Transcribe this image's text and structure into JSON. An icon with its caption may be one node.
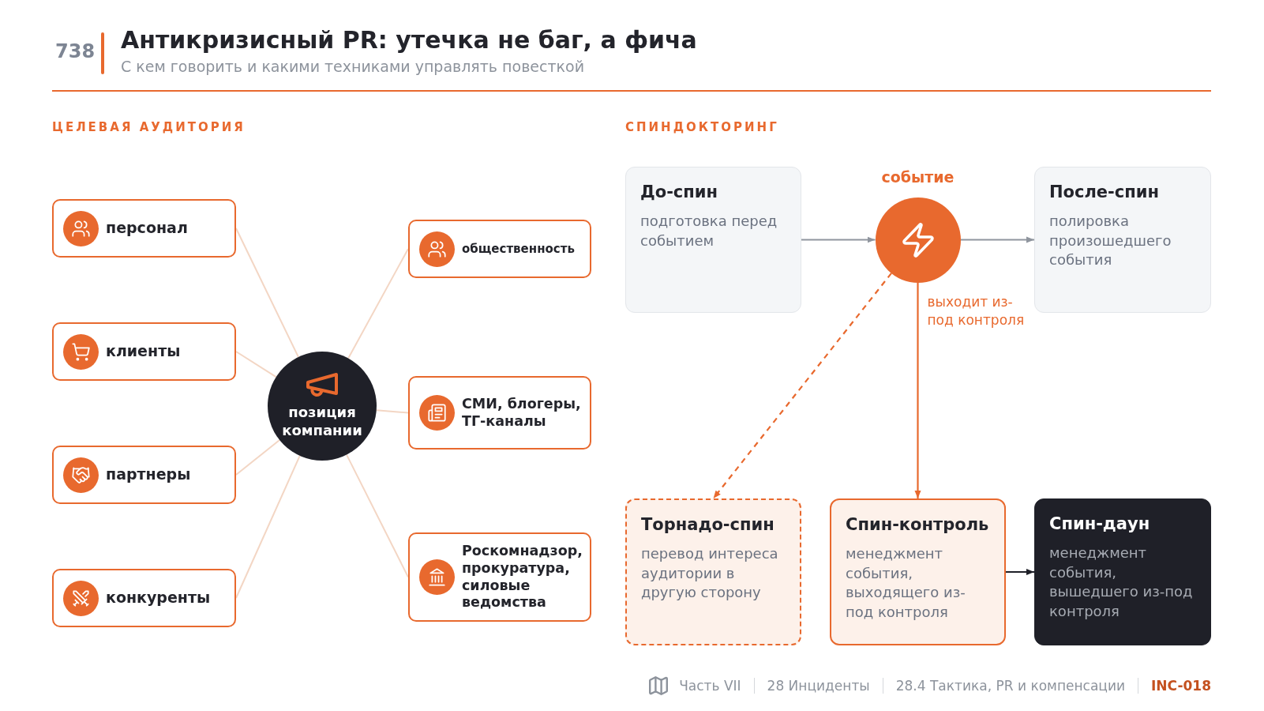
{
  "diagram": {
    "title": "Антикризисный PR: утечка не баг, а фича",
    "nodes": [
      {
        "text": [
          "персонал"
        ]
      },
      {
        "text": [
          "клиенты"
        ]
      },
      {
        "text": [
          "партнеры"
        ]
      },
      {
        "text": [
          "конкуренты"
        ]
      },
      {
        "text": [
          "позиция компании"
        ]
      },
      {
        "text": [
          "общественность"
        ]
      },
      {
        "text": [
          "СМИ, блогеры, ТГ-каналы"
        ]
      },
      {
        "text": [
          "Роскомнадзор, прокуратура, силовые ведомства"
        ]
      },
      {
        "text": [
          "До-спин",
          "подготовка перед событием"
        ]
      },
      {
        "text": [],
        "shape": "circle",
        "beside": [
          "событие"
        ]
      },
      {
        "text": [
          "После-спин",
          "полировка произошедшего события"
        ]
      },
      {
        "text": [
          "Торнадо-спин",
          "перевод интереса аудитории в другую сторону"
        ]
      },
      {
        "text": [
          "Спин-контроль",
          "менеджмент события, выходящего из-под контроля"
        ]
      },
      {
        "text": [
          "Спин-даун",
          "менеджмент события, вышедшего из-под контроля"
        ]
      }
    ],
    "edges": [
      {
        "from": 4,
        "to": 0,
        "arrow": "none"
      },
      {
        "from": 4,
        "to": 1,
        "arrow": "none"
      },
      {
        "from": 4,
        "to": 2,
        "arrow": "none"
      },
      {
        "from": 4,
        "to": 3,
        "arrow": "none"
      },
      {
        "from": 4,
        "to": 5,
        "arrow": "none"
      },
      {
        "from": 4,
        "to": 6,
        "arrow": "none"
      },
      {
        "from": 4,
        "to": 7,
        "arrow": "none"
      },
      {
        "from": 8,
        "to": 9,
        "arrow": "to",
        "color": "#8f959e"
      },
      {
        "from": 9,
        "to": 10,
        "arrow": "to",
        "color": "#8f959e"
      },
      {
        "from": 9,
        "to": 11,
        "arrow": "to",
        "style": "dashed",
        "color": "#e8692e"
      },
      {
        "from": 9,
        "to": 12,
        "arrow": "to",
        "label": "выходит из-под контроля",
        "color": "#e8692e"
      },
      {
        "from": 12,
        "to": 13,
        "arrow": "to",
        "color": "#1f2028"
      }
    ],
    "labels": [
      "738",
      "С кем говорить и какими техниками управлять повесткой",
      "ЦЕЛЕВАЯ АУДИТОРИЯ",
      "СПИНДОКТОРИНГ",
      "Часть VII",
      "28 Инциденты",
      "28.4 Тактика, PR и компенсации",
      "INC-018"
    ]
  }
}
